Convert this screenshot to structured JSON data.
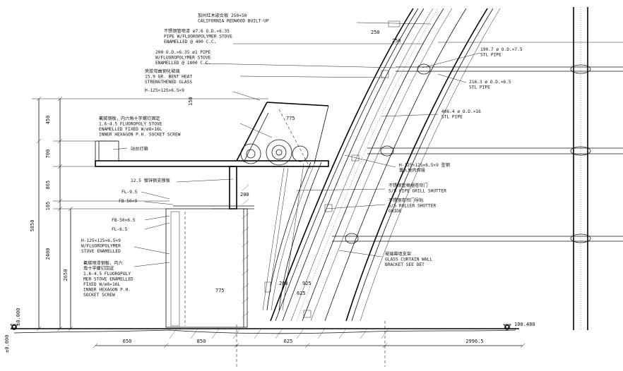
{
  "notes": [
    {
      "id": "note-1",
      "lines": [
        "加州红木嵌合板 250×50",
        "CALIFORNIA REDWOOD BUILT-UP"
      ]
    },
    {
      "id": "note-2",
      "lines": [
        "不锈钢管喷漆 ø7.6 O.D.×6.35",
        "PIPE W/FLUOROPOLYMER STOVE",
        "ENAMELLED @ 400 C.C."
      ]
    },
    {
      "id": "note-3",
      "lines": [
        "200 O.D.×6.35 ø1 PIPE",
        "W/FLUOROPOLYMER STOVE",
        "ENAMELLED @ 1800 C.C."
      ]
    },
    {
      "id": "note-4",
      "lines": [
        "夹胶弯曲钢化玻璃",
        "15.9 GR. BENT HEAT",
        "STRENGTHENED GLASS"
      ]
    },
    {
      "id": "note-5",
      "lines": [
        "H-125×125×6.5×9"
      ]
    },
    {
      "id": "note-6",
      "lines": [
        "190.7 ø O.D.×7.5",
        "STL PIPE"
      ]
    },
    {
      "id": "note-7",
      "lines": [
        "216.3 ø O.D.×6.5",
        "STL PIPE"
      ]
    },
    {
      "id": "note-8",
      "lines": [
        "406.4 ø O.D.×16",
        "STL PIPE"
      ]
    },
    {
      "id": "note-9",
      "lines": [
        "氟碳钢板，内六角十字螺钉固定",
        "1.6-4.5 FLUOROPOLY STOVE",
        "ENAMELLED FIXED W/ø8×16L",
        "INNER HEXAGON P.H. SOCKET SCREW"
      ]
    },
    {
      "id": "note-10",
      "lines": [
        "站台灯箱"
      ]
    },
    {
      "id": "note-11",
      "lines": [
        "H-125×125×6.5×9 型钢",
        "置入管内焊接"
      ]
    },
    {
      "id": "note-12",
      "lines": [
        "12.5 镀锌钢支撑板"
      ]
    },
    {
      "id": "note-13",
      "lines": [
        "不锈钢管格栅卷帘门",
        "S/S PIPE GRILL SHUTTER"
      ]
    },
    {
      "id": "note-14",
      "lines": [
        "不锈钢卷帘门导轨",
        "S/S ROLLER SHUTTER",
        "GUIDE"
      ]
    },
    {
      "id": "note-15",
      "lines": [
        "FL-9.5"
      ]
    },
    {
      "id": "note-16",
      "lines": [
        "FB-50×9"
      ]
    },
    {
      "id": "note-17",
      "lines": [
        "FB-50×6.5"
      ]
    },
    {
      "id": "note-18",
      "lines": [
        "FL-6.5"
      ]
    },
    {
      "id": "note-19",
      "lines": [
        "H-125×125×6.5×9",
        "W/FLUOROPOLYMER",
        "STOVE ENAMELLED"
      ]
    },
    {
      "id": "note-20",
      "lines": [
        "氟碳喷漆钢板，内六",
        "角十字螺钉固定",
        "1.6-4.5 FLUOROPOLY",
        "MER STOVE ENAMELLED",
        "FIXED W/ø8×16L",
        "INNER HEXAGON P.H.",
        "SOCKET SCREW"
      ]
    },
    {
      "id": "note-21",
      "lines": [
        "玻璃幕墙支架",
        "GLASS CURTAIN WALL",
        "BRACKET SEE DET"
      ]
    }
  ],
  "vertical_dims": [
    "450",
    "700",
    "865",
    "105",
    "2400",
    "2650",
    "5850"
  ],
  "horizontal_dims": [
    "650",
    "850",
    "625",
    "2996.5"
  ],
  "local_dims": [
    "775",
    "200",
    "775",
    "625",
    "200",
    "925",
    "150",
    "250",
    "250"
  ],
  "levels": {
    "left": "±0.000",
    "right": "100.480",
    "left_small": "±0.000"
  }
}
